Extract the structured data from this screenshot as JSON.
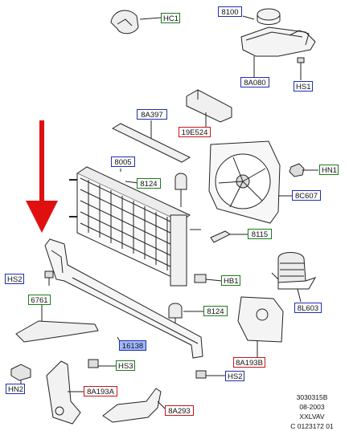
{
  "labels": {
    "hc1": "HC1",
    "l8100": "8100",
    "l8a080": "8A080",
    "hs1": "HS1",
    "l8a397": "8A397",
    "l19e524": "19E524",
    "l8005": "8005",
    "l8124a": "8124",
    "hn1": "HN1",
    "l8c607": "8C607",
    "l8115": "8115",
    "hs2a": "HS2",
    "hb1": "HB1",
    "l6761": "6761",
    "l8124b": "8124",
    "l8l603": "8L603",
    "l16138": "16138",
    "l8a193b": "8A193B",
    "hs3": "HS3",
    "hs2b": "HS2",
    "hn2": "HN2",
    "l8a193a": "8A193A",
    "l8a293": "8A293"
  },
  "reference": {
    "line1": "3030315B",
    "line2": "08-2003",
    "line3": "XXLVAV",
    "line4": "C 0123172 01"
  },
  "colors": {
    "ford_part": "#1f2fb0",
    "hardware": "#1b7a1b",
    "bracket": "#c81515",
    "selected_fill": "#9fb8ff",
    "pointer_arrow": "#e01010"
  }
}
